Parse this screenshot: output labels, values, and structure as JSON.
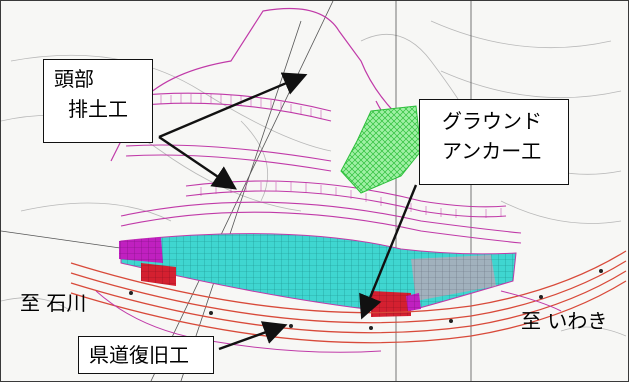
{
  "labels": {
    "head_removal": [
      "頭部",
      "排土工"
    ],
    "ground_anchor": [
      "グラウンド",
      "アンカー工"
    ],
    "road_restoration": "県道復旧工",
    "to_ishikawa": "至 石川",
    "to_iwaki": "至 いわき"
  },
  "colors": {
    "slope_line": "#c03aa8",
    "road_line": "#d84a3a",
    "anchor_cyan": "#3fd6d0",
    "anchor_red": "#d42030",
    "anchor_magenta": "#c020c0",
    "green_area": "#3fd24a",
    "arrow": "#111111"
  }
}
